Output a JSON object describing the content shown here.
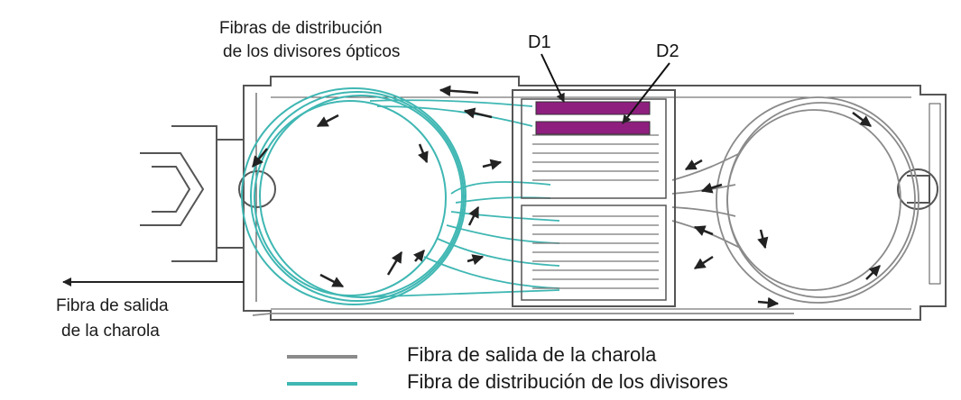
{
  "labels": {
    "top_line1": "Fibras de distribución",
    "top_line2": "de los divisores ópticos",
    "d1": "D1",
    "d2": "D2",
    "out_line1": "Fibra de salida",
    "out_line2": "de la charola"
  },
  "legend": [
    {
      "text": "Fibra de salida de la charola",
      "color": "#8a8a8a"
    },
    {
      "text": "Fibra de distribución de los divisores",
      "color": "#3fb7b3"
    }
  ],
  "colors": {
    "outline": "#555555",
    "gray_fiber": "#8a8a8a",
    "teal_fiber": "#3fb7b3",
    "splitter": "#8e1f7e",
    "arrow": "#222222"
  }
}
